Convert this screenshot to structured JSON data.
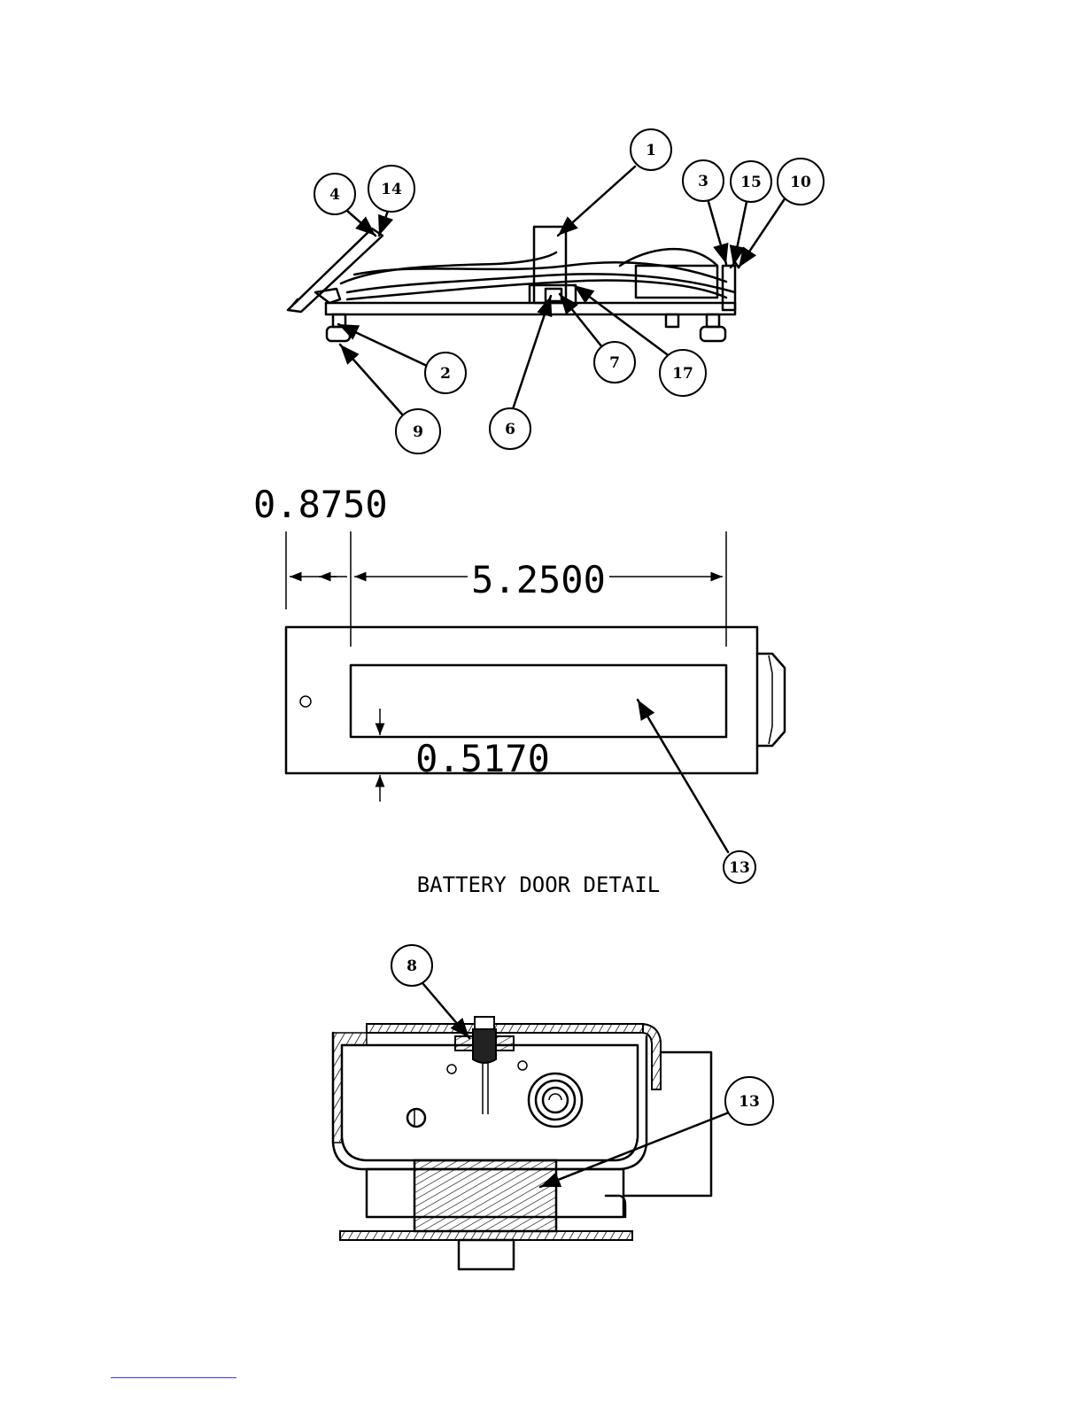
{
  "callouts_top": [
    "1",
    "3",
    "15",
    "10",
    "4",
    "14",
    "2",
    "9",
    "6",
    "7",
    "17"
  ],
  "battery_door": {
    "dim_left": "0.8750",
    "dim_width": "5.2500",
    "dim_height": "0.5170",
    "callout": "13",
    "caption": "BATTERY DOOR DETAIL"
  },
  "callouts_bottom": [
    "8",
    "13"
  ],
  "colors": {
    "line": "#000000",
    "footer_line": "#3b3bd6"
  }
}
